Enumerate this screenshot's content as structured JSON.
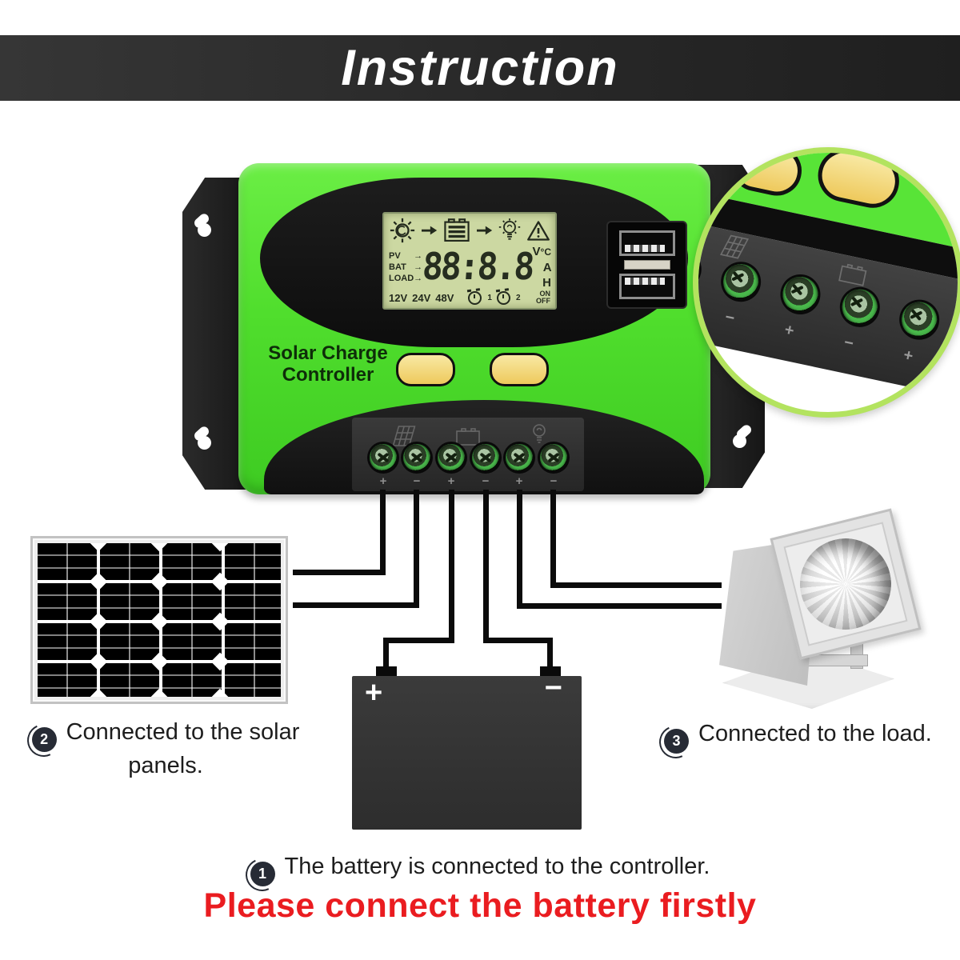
{
  "banner": {
    "title": "Instruction"
  },
  "controller": {
    "brand": {
      "line1": "Solar Charge",
      "line2": "Controller"
    },
    "lcd": {
      "pv": "PV",
      "bat": "BAT",
      "load": "LOAD",
      "label_arrow": "→",
      "digits": "88:8.8",
      "unit_v": "V",
      "unit_c": "°C",
      "unit_a": "A",
      "unit_h": "H",
      "volt12": "12V",
      "volt24": "24V",
      "volt48": "48V",
      "timer1_sub": "1",
      "timer2_sub": "2",
      "on": "ON",
      "off": "OFF"
    },
    "terminal_signs": [
      "+",
      "−",
      "+",
      "−",
      "+",
      "−"
    ]
  },
  "battery": {
    "plus": "+",
    "minus": "−"
  },
  "annotations": {
    "solar": {
      "num": "2",
      "line1": "Connected to the solar",
      "line2": "panels."
    },
    "load": {
      "num": "3",
      "text": "Connected to the load."
    },
    "battery": {
      "num": "1",
      "text": "The battery is connected to the controller."
    }
  },
  "warning": {
    "text": "Please connect the battery firstly"
  },
  "colors": {
    "body_green": "#54e02f",
    "lcd_bg": "#ccd8a2",
    "button_yellow": "#f2d36d",
    "warning_red": "#ea1c20",
    "banner_bg": "#2b2b2b",
    "magnifier_ring": "#b3e35f"
  },
  "icons": {
    "lcd_row": [
      "sun",
      "arrow",
      "battery",
      "arrow",
      "bulb",
      "warning-triangle"
    ],
    "terminal_row": [
      "solar-panel",
      "battery",
      "lamp"
    ]
  }
}
